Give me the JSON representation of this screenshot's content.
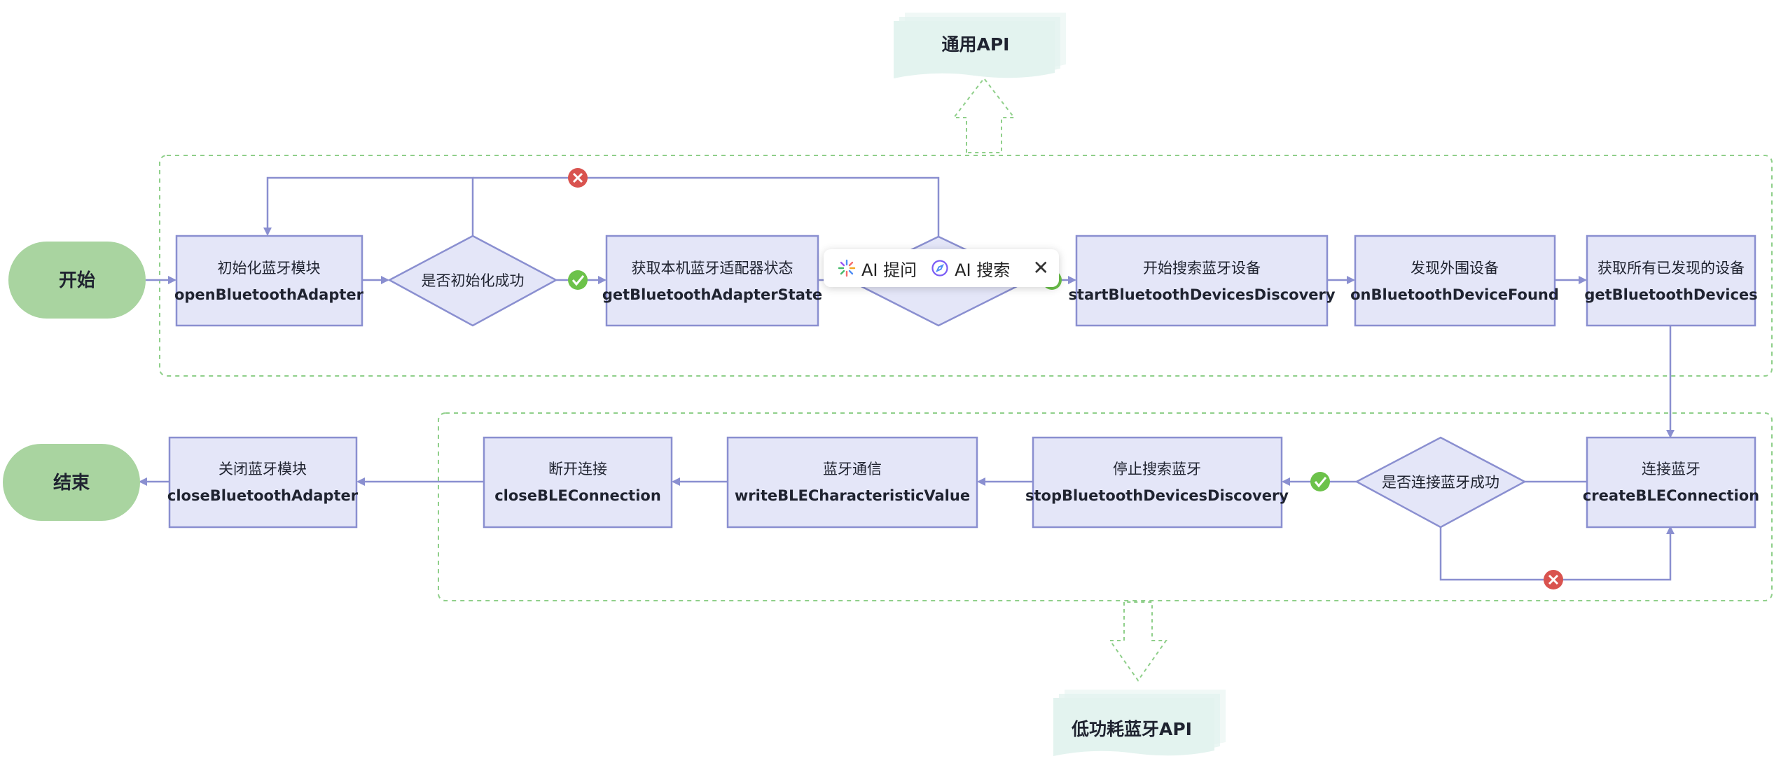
{
  "terminals": {
    "start": "开始",
    "end": "结束"
  },
  "api_groups": {
    "general": "通用API",
    "ble": "低功耗蓝牙API"
  },
  "steps": {
    "open_adapter": {
      "label": "初始化蓝牙模块",
      "api": "openBluetoothAdapter"
    },
    "init_check": {
      "label": "是否初始化成功"
    },
    "get_state": {
      "label": "获取本机蓝牙适配器状态",
      "api": "getBluetoothAdapterState"
    },
    "start_discovery": {
      "label": "开始搜索蓝牙设备",
      "api": "startBluetoothDevicesDiscovery"
    },
    "device_found": {
      "label": "发现外围设备",
      "api": "onBluetoothDeviceFound"
    },
    "get_devices": {
      "label": "获取所有已发现的设备",
      "api": "getBluetoothDevices"
    },
    "create_conn": {
      "label": "连接蓝牙",
      "api": "createBLEConnection"
    },
    "conn_check": {
      "label": "是否连接蓝牙成功"
    },
    "stop_discovery": {
      "label": "停止搜索蓝牙",
      "api": "stopBluetoothDevicesDiscovery"
    },
    "write_value": {
      "label": "蓝牙通信",
      "api": "writeBLECharacteristicValue"
    },
    "close_conn": {
      "label": "断开连接",
      "api": "closeBLEConnection"
    },
    "close_adapter": {
      "label": "关闭蓝牙模块",
      "api": "closeBluetoothAdapter"
    }
  },
  "toolbar": {
    "ask_label": "AI 提问",
    "search_label": "AI 搜索",
    "close_glyph": "✕"
  },
  "colors": {
    "process_fill": "#e4e6f8",
    "process_stroke": "#8a8fd0",
    "terminal_fill": "#a9d4a0",
    "group_border": "#8fcf8a",
    "success": "#6cc24a",
    "failure": "#d9534f"
  },
  "icons": {
    "success": "check-circle-icon",
    "failure": "x-circle-icon",
    "ask": "sparkle-icon",
    "search": "compass-icon",
    "close": "close-icon"
  }
}
